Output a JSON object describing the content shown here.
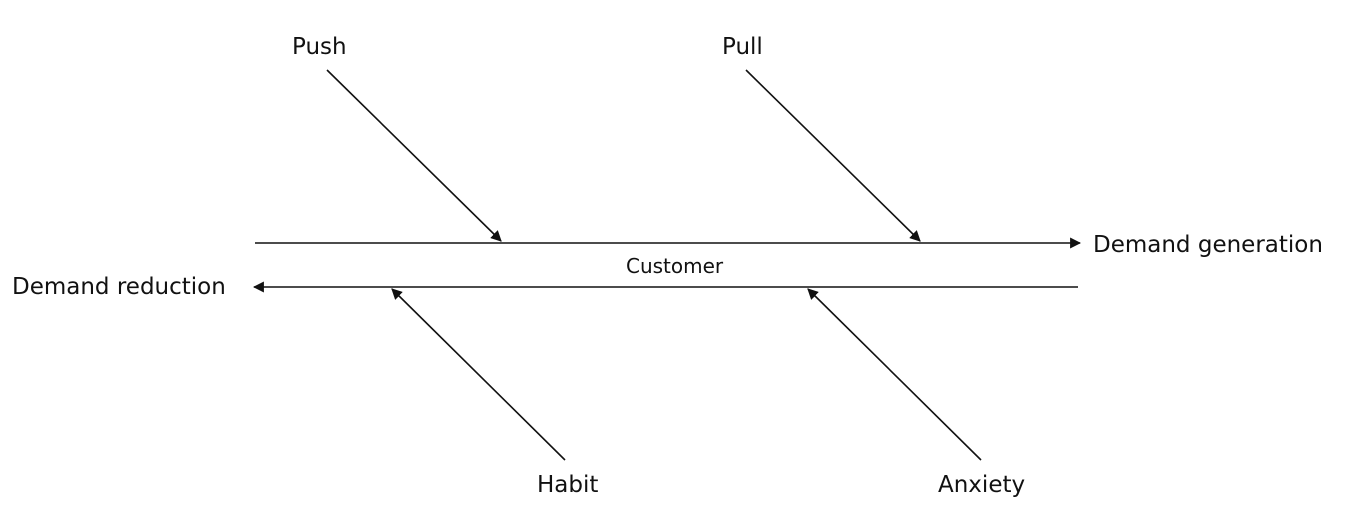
{
  "diagram": {
    "forces": {
      "push": "Push",
      "pull": "Pull",
      "habit": "Habit",
      "anxiety": "Anxiety"
    },
    "center": "Customer",
    "outcomes": {
      "generation": "Demand generation",
      "reduction": "Demand reduction"
    },
    "line_color": "#111111"
  }
}
